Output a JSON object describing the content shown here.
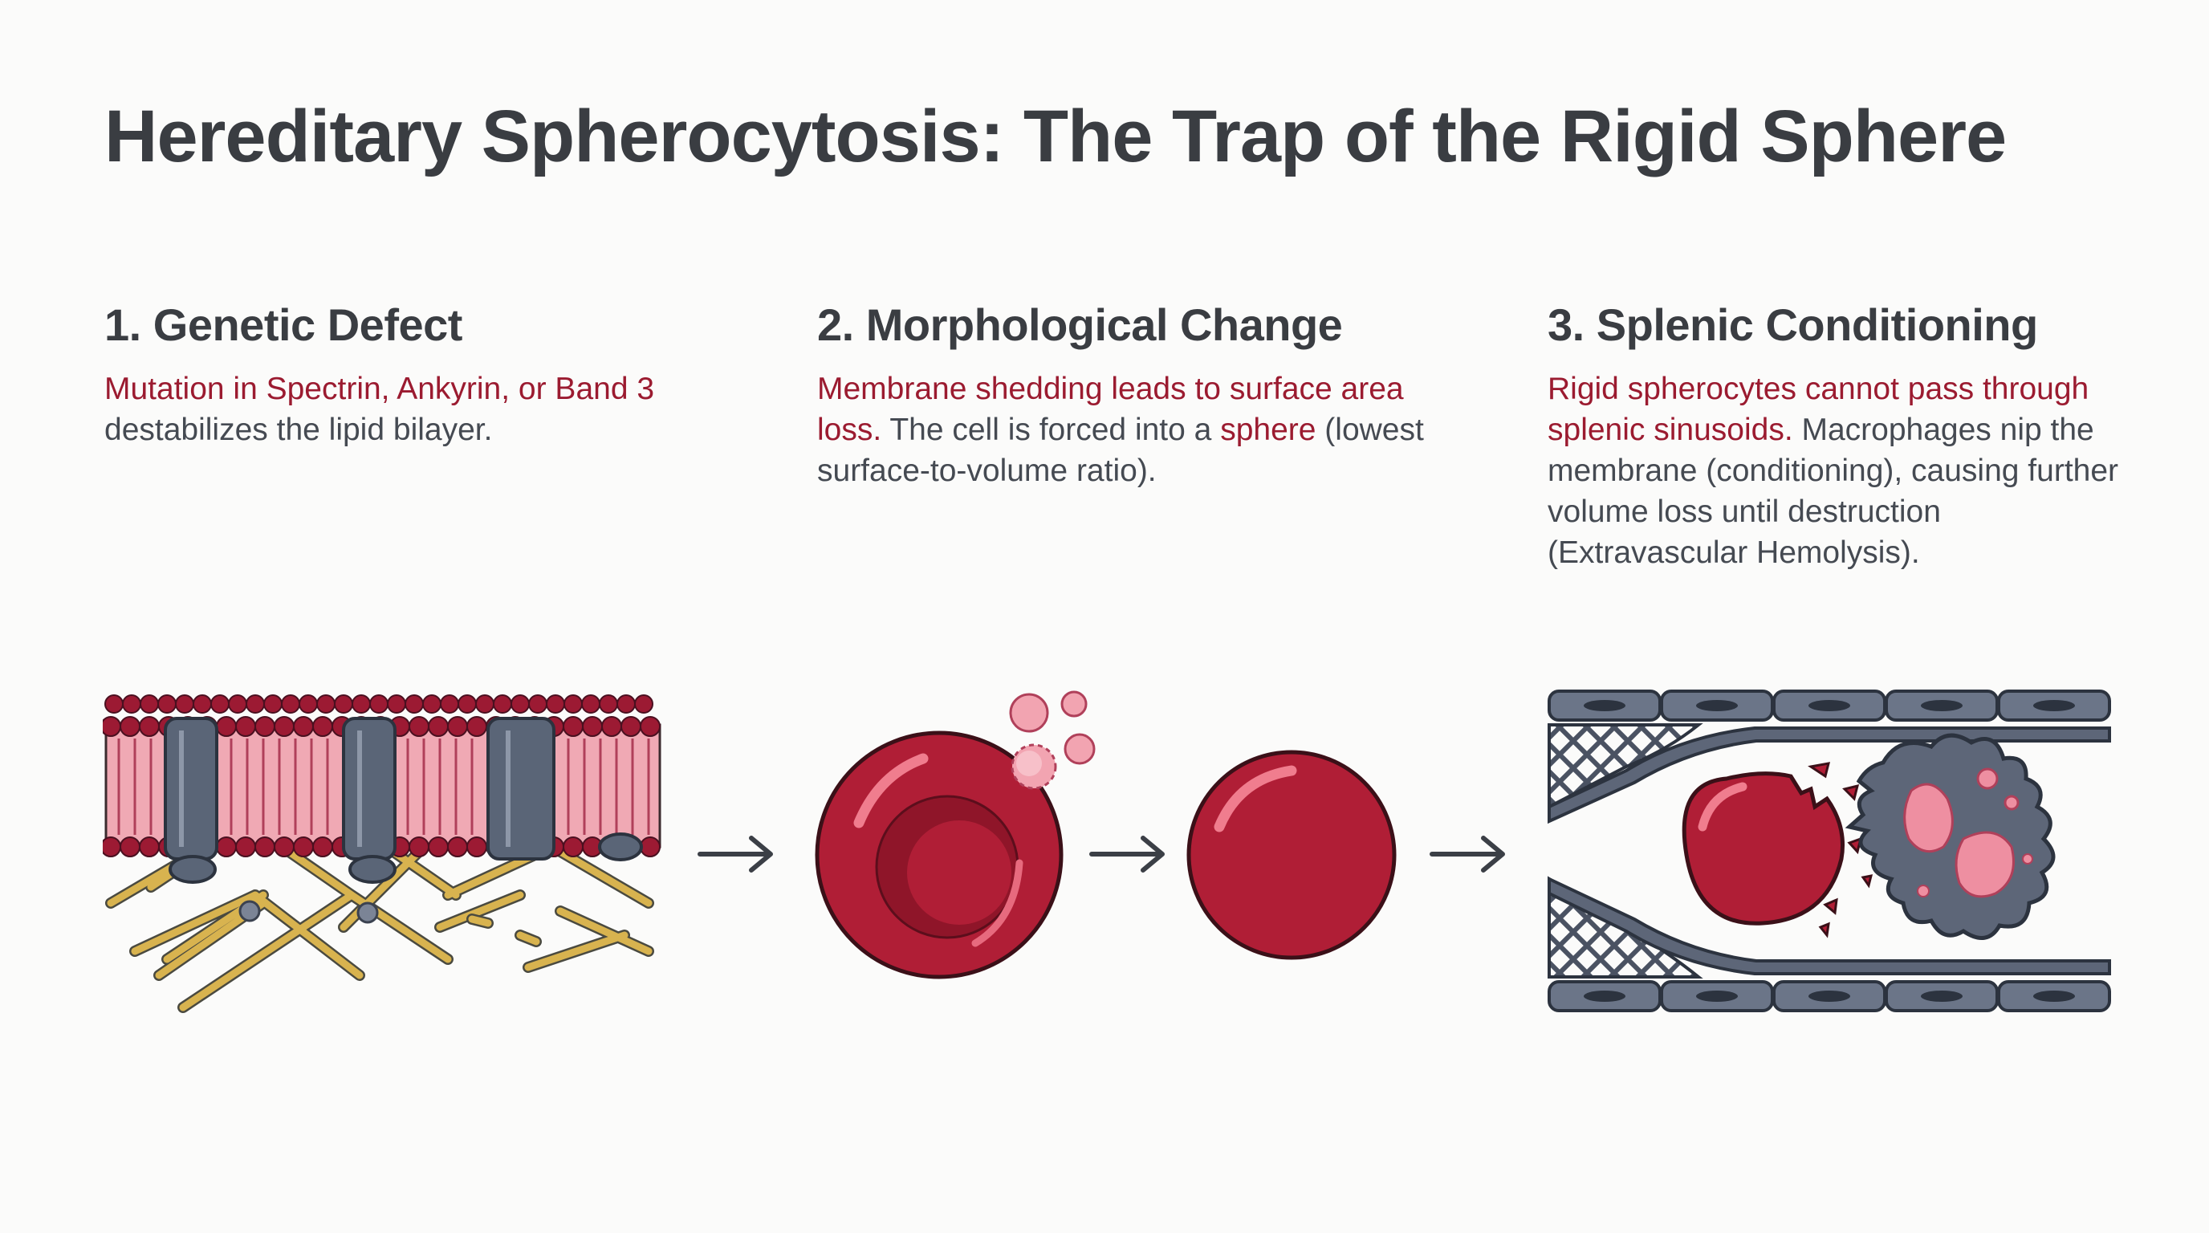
{
  "title": "Hereditary Spherocytosis: The Trap of the Rigid Sphere",
  "steps": [
    {
      "heading": "1. Genetic Defect",
      "text_highlight": "Mutation in Spectrin, Ankyrin, or Band 3",
      "text_rest": " destabilizes the lipid bilayer."
    },
    {
      "heading": "2. Morphological Change",
      "text_highlight": "Membrane shedding leads to surface area loss.",
      "text_mid": " The cell is forced into a ",
      "text_highlight2": "sphere",
      "text_rest": " (lowest surface-to-volume ratio)."
    },
    {
      "heading": "3. Splenic Conditioning",
      "text_highlight": "Rigid spherocytes cannot pass through splenic sinusoids.",
      "text_rest": " Macrophages nip the membrane (conditioning), causing further volume loss until destruction (Extravascular Hemolysis)."
    }
  ],
  "icons": [
    "lipid-bilayer-illustration",
    "right-arrow-icon",
    "red-blood-cell-shedding-illustration",
    "spherocyte-illustration",
    "splenic-sinusoid-illustration"
  ],
  "colors": {
    "accent_red": "#9b1b30",
    "cell_red": "#b01e36",
    "bilayer_pink": "#e78f9d",
    "protein_slate": "#5a6577",
    "spectrin_gold": "#d8b34f",
    "macrophage_gray": "#5d6678",
    "text_dark": "#3a3d42"
  }
}
